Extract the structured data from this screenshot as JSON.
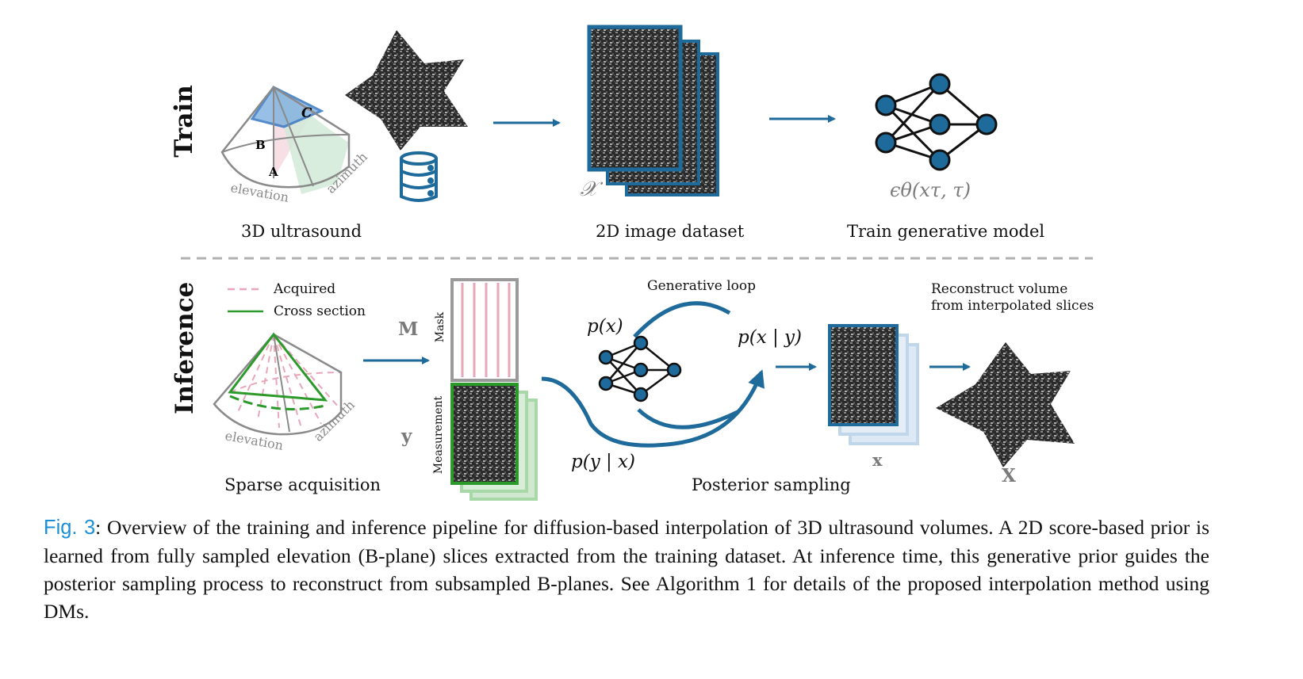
{
  "rows": {
    "train_label": "Train",
    "inference_label": "Inference"
  },
  "train": {
    "volume_labels": {
      "a": "A",
      "b": "B",
      "c": "C",
      "elevation": "elevation",
      "azimuth": "azimuth"
    },
    "ultrasound_caption": "3D ultrasound",
    "dataset_symbol": "𝒳",
    "dataset_caption": "2D image dataset",
    "model_symbol": "ϵθ(xτ, τ)",
    "model_caption": "Train generative model"
  },
  "inference": {
    "legend": {
      "acquired": "Acquired",
      "cross_section": "Cross section"
    },
    "volume_labels": {
      "elevation": "elevation",
      "azimuth": "azimuth"
    },
    "sparse_caption": "Sparse acquisition",
    "mask_symbol": "M",
    "mask_label": "Mask",
    "measurement_symbol": "y",
    "measurement_label": "Measurement",
    "px": "p(x)",
    "pyx": "p(y | x)",
    "pxy": "p(x | y)",
    "loop_label": "Generative loop",
    "posterior_caption": "Posterior sampling",
    "slice_symbol": "x",
    "reconstruct_line1": "Reconstruct volume",
    "reconstruct_line2": "from interpolated slices",
    "volume_symbol": "X"
  },
  "caption": {
    "ref": "Fig. 3",
    "text": ": Overview of the training and inference pipeline for diffusion-based interpolation of 3D ultrasound volumes. A 2D score-based prior is learned from fully sampled elevation (B-plane) slices extracted from the training dataset. At inference time, this generative prior guides the posterior sampling process to reconstruct from subsampled B-planes. See Algorithm 1 for details of the proposed interpolation method using DMs."
  },
  "colors": {
    "accent_blue": "#1d6a9b",
    "acquired_pink": "#e8a6b8",
    "cross_green": "#2b9a2b",
    "mask_gray": "#9a9a9a"
  }
}
